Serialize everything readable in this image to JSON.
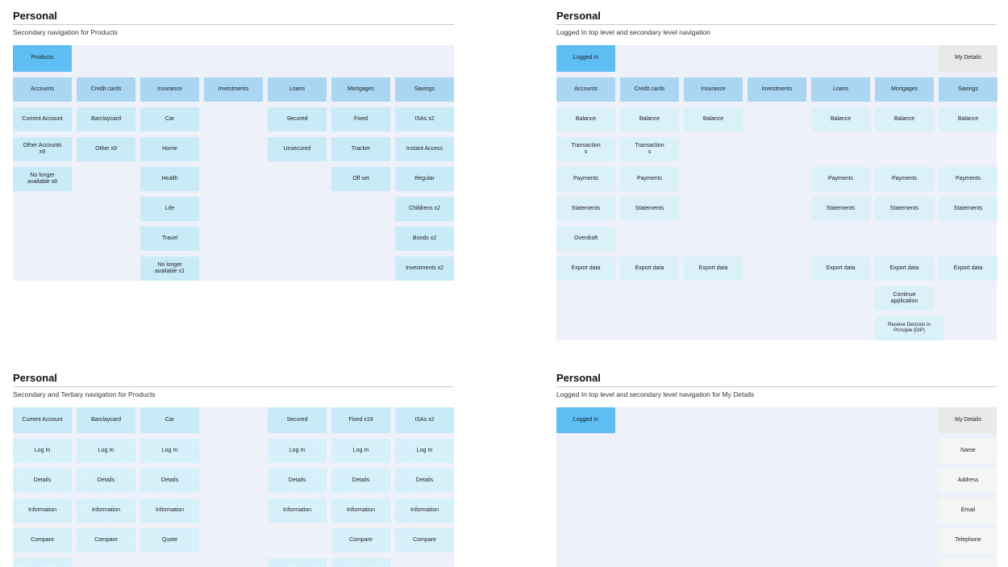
{
  "colors": {
    "level1_blue": "#5ebdf2",
    "level2_blue": "#aad6f3",
    "level3_blue": "#c9ebf8",
    "level3_pale_blue": "#daf1f9",
    "level3_textured_blue": "#cfeef9",
    "gray_box": "#e7eae7",
    "pale_gray_box": "#f4f6f3",
    "grid_background": "#eef0fa",
    "page_background": "#ffffff"
  },
  "quadrants": [
    {
      "title": "Personal",
      "subtitle": "Secondary navigation for Products",
      "rows": [
        [
          {
            "col": 1,
            "label": "Products",
            "style": "l1"
          }
        ],
        [
          {
            "col": 1,
            "label": "Accounts",
            "style": "l2"
          },
          {
            "col": 2,
            "label": "Credit cards",
            "style": "l2"
          },
          {
            "col": 3,
            "label": "Insurance",
            "style": "l2"
          },
          {
            "col": 4,
            "label": "Investments",
            "style": "l2"
          },
          {
            "col": 5,
            "label": "Loans",
            "style": "l2"
          },
          {
            "col": 6,
            "label": "Mortgages",
            "style": "l2"
          },
          {
            "col": 7,
            "label": "Savings",
            "style": "l2"
          }
        ],
        [
          {
            "col": 1,
            "label": "Current Account",
            "style": "l3"
          },
          {
            "col": 2,
            "label": "Barclaycard",
            "style": "l3"
          },
          {
            "col": 3,
            "label": "Car",
            "style": "l3"
          },
          {
            "col": 5,
            "label": "Secured",
            "style": "l3"
          },
          {
            "col": 6,
            "label": "Fixed",
            "style": "l3"
          },
          {
            "col": 7,
            "label": "ISAs x2",
            "style": "l3"
          }
        ],
        [
          {
            "col": 1,
            "label": "Other Accounts x9",
            "style": "l3"
          },
          {
            "col": 2,
            "label": "Other x9",
            "style": "l3"
          },
          {
            "col": 3,
            "label": "Home",
            "style": "l3"
          },
          {
            "col": 5,
            "label": "Unsecured",
            "style": "l3"
          },
          {
            "col": 6,
            "label": "Tracker",
            "style": "l3"
          },
          {
            "col": 7,
            "label": "Instant Access",
            "style": "l3"
          }
        ],
        [
          {
            "col": 1,
            "label": "No longer available x8",
            "style": "l3"
          },
          {
            "col": 3,
            "label": "Health",
            "style": "l3"
          },
          {
            "col": 6,
            "label": "Off set",
            "style": "l3"
          },
          {
            "col": 7,
            "label": "Regular",
            "style": "l3"
          }
        ],
        [
          {
            "col": 3,
            "label": "Life",
            "style": "l3"
          },
          {
            "col": 7,
            "label": "Childrens x2",
            "style": "l3"
          }
        ],
        [
          {
            "col": 3,
            "label": "Travel",
            "style": "l3"
          },
          {
            "col": 7,
            "label": "Bonds x2",
            "style": "l3"
          }
        ],
        [
          {
            "col": 3,
            "label": "No longer available x1",
            "style": "l3"
          },
          {
            "col": 7,
            "label": "Investments x2",
            "style": "l3"
          }
        ]
      ]
    },
    {
      "title": "Personal",
      "subtitle": "Logged In top level and secondary level navigation",
      "rows": [
        [
          {
            "col": 1,
            "label": "Logged In",
            "style": "l1"
          },
          {
            "col": 7,
            "label": "My Details",
            "style": "g1"
          }
        ],
        [
          {
            "col": 1,
            "label": "Accounts",
            "style": "l2"
          },
          {
            "col": 2,
            "label": "Credit cards",
            "style": "l2"
          },
          {
            "col": 3,
            "label": "Insurance",
            "style": "l2"
          },
          {
            "col": 4,
            "label": "Investments",
            "style": "l2"
          },
          {
            "col": 5,
            "label": "Loans",
            "style": "l2"
          },
          {
            "col": 6,
            "label": "Mortgages",
            "style": "l2"
          },
          {
            "col": 7,
            "label": "Savings",
            "style": "l2"
          }
        ],
        [
          {
            "col": 1,
            "label": "Balance",
            "style": "l3l"
          },
          {
            "col": 2,
            "label": "Balance",
            "style": "l3l"
          },
          {
            "col": 3,
            "label": "Balance",
            "style": "l3l"
          },
          {
            "col": 5,
            "label": "Balance",
            "style": "l3l"
          },
          {
            "col": 6,
            "label": "Balance",
            "style": "l3l"
          },
          {
            "col": 7,
            "label": "Balance",
            "style": "l3l"
          }
        ],
        [
          {
            "col": 1,
            "label": "Transactions",
            "style": "l3l",
            "wrap": true
          },
          {
            "col": 2,
            "label": "Transactions",
            "style": "l3l",
            "wrap": true
          }
        ],
        [
          {
            "col": 1,
            "label": "Payments",
            "style": "l3l"
          },
          {
            "col": 2,
            "label": "Payments",
            "style": "l3l"
          },
          {
            "col": 5,
            "label": "Payments",
            "style": "l3l"
          },
          {
            "col": 6,
            "label": "Payments",
            "style": "l3l"
          },
          {
            "col": 7,
            "label": "Payments",
            "style": "l3l"
          }
        ],
        [
          {
            "col": 1,
            "label": "Statements",
            "style": "l3l"
          },
          {
            "col": 2,
            "label": "Statements",
            "style": "l3l"
          },
          {
            "col": 5,
            "label": "Statements",
            "style": "l3l"
          },
          {
            "col": 6,
            "label": "Statements",
            "style": "l3l"
          },
          {
            "col": 7,
            "label": "Statements",
            "style": "l3l"
          }
        ],
        [
          {
            "col": 1,
            "label": "Overdraft",
            "style": "l3l"
          }
        ],
        [
          {
            "col": 1,
            "label": "Export data",
            "style": "l3l"
          },
          {
            "col": 2,
            "label": "Export data",
            "style": "l3l"
          },
          {
            "col": 3,
            "label": "Export data",
            "style": "l3l"
          },
          {
            "col": 5,
            "label": "Export data",
            "style": "l3l"
          },
          {
            "col": 6,
            "label": "Export data",
            "style": "l3l"
          },
          {
            "col": 7,
            "label": "Export data",
            "style": "l3l"
          }
        ],
        [
          {
            "col": 6,
            "label": "Continue application",
            "style": "l3l"
          }
        ],
        [
          {
            "col": 6,
            "label": "Receive Decision in Principle (DIP)",
            "style": "l3l",
            "wide": true,
            "small": true
          }
        ]
      ]
    },
    {
      "title": "Personal",
      "subtitle": "Secondary and Tertiary navigation for Products",
      "rows": [
        [
          {
            "col": 1,
            "label": "Current Account",
            "style": "l3"
          },
          {
            "col": 2,
            "label": "Barclaycard",
            "style": "l3"
          },
          {
            "col": 3,
            "label": "Car",
            "style": "l3"
          },
          {
            "col": 5,
            "label": "Secured",
            "style": "l3"
          },
          {
            "col": 6,
            "label": "Fixed x19",
            "style": "l3"
          },
          {
            "col": 7,
            "label": "ISAs x2",
            "style": "l3"
          }
        ],
        [
          {
            "col": 1,
            "label": "Log In",
            "style": "l3t"
          },
          {
            "col": 2,
            "label": "Log In",
            "style": "l3t"
          },
          {
            "col": 3,
            "label": "Log In",
            "style": "l3t"
          },
          {
            "col": 5,
            "label": "Log In",
            "style": "l3t"
          },
          {
            "col": 6,
            "label": "Log In",
            "style": "l3t"
          },
          {
            "col": 7,
            "label": "Log In",
            "style": "l3t"
          }
        ],
        [
          {
            "col": 1,
            "label": "Details",
            "style": "l3t"
          },
          {
            "col": 2,
            "label": "Details",
            "style": "l3t"
          },
          {
            "col": 3,
            "label": "Details",
            "style": "l3t"
          },
          {
            "col": 5,
            "label": "Details",
            "style": "l3t"
          },
          {
            "col": 6,
            "label": "Details",
            "style": "l3t"
          },
          {
            "col": 7,
            "label": "Details",
            "style": "l3t"
          }
        ],
        [
          {
            "col": 1,
            "label": "Information",
            "style": "l3t"
          },
          {
            "col": 2,
            "label": "Information",
            "style": "l3t"
          },
          {
            "col": 3,
            "label": "Information",
            "style": "l3t"
          },
          {
            "col": 5,
            "label": "Information",
            "style": "l3t"
          },
          {
            "col": 6,
            "label": "Information",
            "style": "l3t"
          },
          {
            "col": 7,
            "label": "Information",
            "style": "l3t"
          }
        ],
        [
          {
            "col": 1,
            "label": "Compare",
            "style": "l3t"
          },
          {
            "col": 2,
            "label": "Compare",
            "style": "l3t"
          },
          {
            "col": 3,
            "label": "Quote",
            "style": "l3t"
          },
          {
            "col": 6,
            "label": "Compare",
            "style": "l3t"
          },
          {
            "col": 7,
            "label": "Compare",
            "style": "l3t"
          }
        ],
        [
          {
            "col": 1,
            "label": "",
            "style": "l3t"
          },
          {
            "col": 5,
            "label": "",
            "style": "l3t"
          },
          {
            "col": 6,
            "label": "",
            "style": "l3t"
          }
        ]
      ]
    },
    {
      "title": "Personal",
      "subtitle": "Logged In top level and secondary level navigation for My Details",
      "rows": [
        [
          {
            "col": 1,
            "label": "Logged In",
            "style": "l1"
          },
          {
            "col": 7,
            "label": "My Details",
            "style": "g1"
          }
        ],
        [
          {
            "col": 7,
            "label": "Name",
            "style": "g2"
          }
        ],
        [
          {
            "col": 7,
            "label": "Address",
            "style": "g2"
          }
        ],
        [
          {
            "col": 7,
            "label": "Email",
            "style": "g2"
          }
        ],
        [
          {
            "col": 7,
            "label": "Telephone",
            "style": "g2"
          }
        ],
        [
          {
            "col": 7,
            "label": "",
            "style": "g2"
          }
        ]
      ]
    }
  ]
}
